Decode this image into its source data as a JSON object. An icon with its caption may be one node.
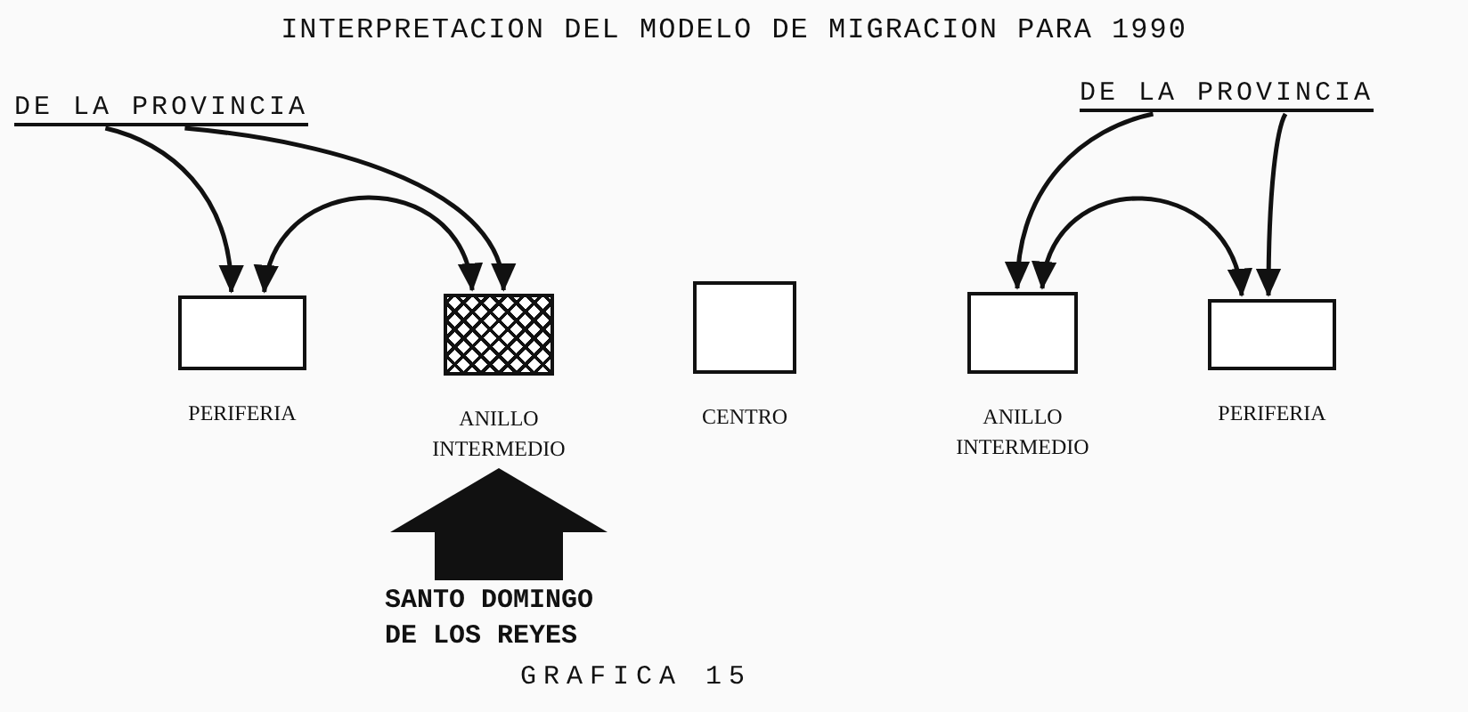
{
  "diagram": {
    "title": "INTERPRETACION DEL MODELO DE MIGRACION PARA 1990",
    "caption": "GRAFICA 15",
    "nodes": [
      {
        "text": [
          "DE LA PROVINCIA"
        ]
      },
      {
        "text": [
          "DE LA PROVINCIA"
        ]
      },
      {
        "text": [
          "PERIFERIA"
        ]
      },
      {
        "text": [
          "ANILLO INTERMEDIO"
        ]
      },
      {
        "text": [
          "CENTRO"
        ]
      },
      {
        "text": [
          "ANILLO INTERMEDIO"
        ]
      },
      {
        "text": [
          "PERIFERIA"
        ]
      },
      {
        "text": [
          "SANTO DOMINGO DE LOS REYES"
        ]
      }
    ],
    "edges": [
      {
        "from": 0,
        "to": 2,
        "arrow": "to"
      },
      {
        "from": 0,
        "to": 3,
        "arrow": "to"
      },
      {
        "from": 2,
        "to": 3,
        "arrow": "both"
      },
      {
        "from": 1,
        "to": 5,
        "arrow": "to"
      },
      {
        "from": 1,
        "to": 6,
        "arrow": "to"
      },
      {
        "from": 5,
        "to": 6,
        "arrow": "both"
      },
      {
        "from": 7,
        "to": 3,
        "arrow": "to",
        "style": "thick"
      }
    ]
  }
}
